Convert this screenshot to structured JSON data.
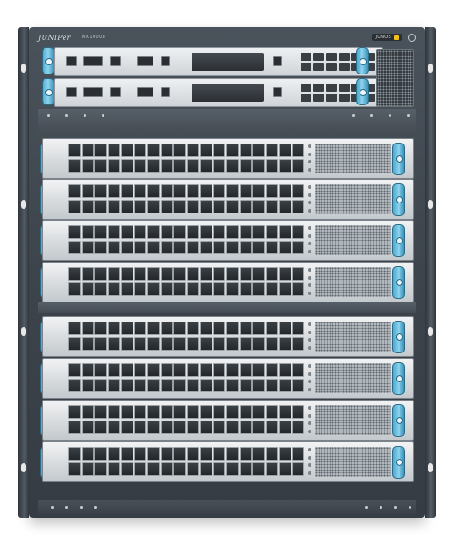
{
  "device": {
    "brand": "JUNIPer",
    "model": "MX10008",
    "os_badge": "JUNOS"
  },
  "colors": {
    "chassis": "#3d444c",
    "handle": "#6cc0e0",
    "card_face": "#e2e5e8",
    "os_accent": "#f2c21b"
  },
  "icons": {
    "power": "power-icon",
    "handle": "ejector-handle"
  }
}
